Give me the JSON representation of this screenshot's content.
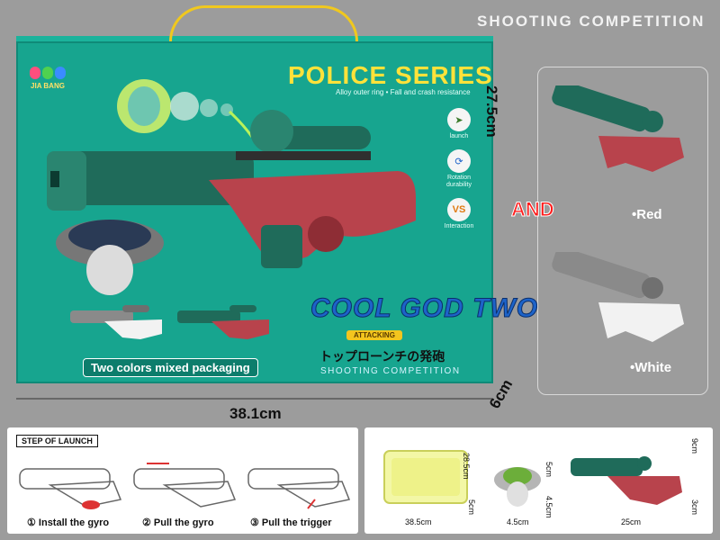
{
  "header": {
    "title": "SHOOTING COMPETITION"
  },
  "box": {
    "brand": "JIA BANG",
    "series_title": "POLICE SERIES",
    "series_subtitle": "Alloy outer ring  •  Fall and crash resistance",
    "features": [
      {
        "icon": "launch-icon",
        "label": "launch"
      },
      {
        "icon": "rotation-icon",
        "label": "Rotation durability"
      },
      {
        "icon": "versus-icon",
        "badge": "VS",
        "label": "Interaction"
      }
    ],
    "product_logo": "COOL GOD TWO",
    "product_badge": "ATTACKING",
    "japanese_text": "トップローンチの発砲",
    "shooting_sub": "SHOOTING COMPETITION",
    "mixed_packaging": "Two colors mixed packaging"
  },
  "dimensions": {
    "width": "38.1cm",
    "height": "27.5cm",
    "depth": "6cm"
  },
  "variants": {
    "and_label": "AND",
    "red": "•Red",
    "white": "•White"
  },
  "steps": {
    "title": "STEP OF LAUNCH",
    "items": [
      "① Install the gyro",
      "② Pull the gyro",
      "③ Pull the trigger"
    ]
  },
  "parts": {
    "tray": {
      "width": "38.5cm",
      "height": "28.5cm",
      "depth": "5cm"
    },
    "gyro": {
      "width": "4.5cm",
      "height": "5cm",
      "depth": "4.5cm"
    },
    "gun": {
      "width": "25cm",
      "height": "9cm",
      "depth": "3cm"
    }
  },
  "colors": {
    "background": "#9c9c9c",
    "box_teal": "#17a58f",
    "gun_green": "#1f6b5a",
    "gun_red": "#b8434c",
    "title_yellow": "#ffe23a",
    "handle_yellow": "#f0c81e",
    "and_red": "#ff1c1c"
  }
}
